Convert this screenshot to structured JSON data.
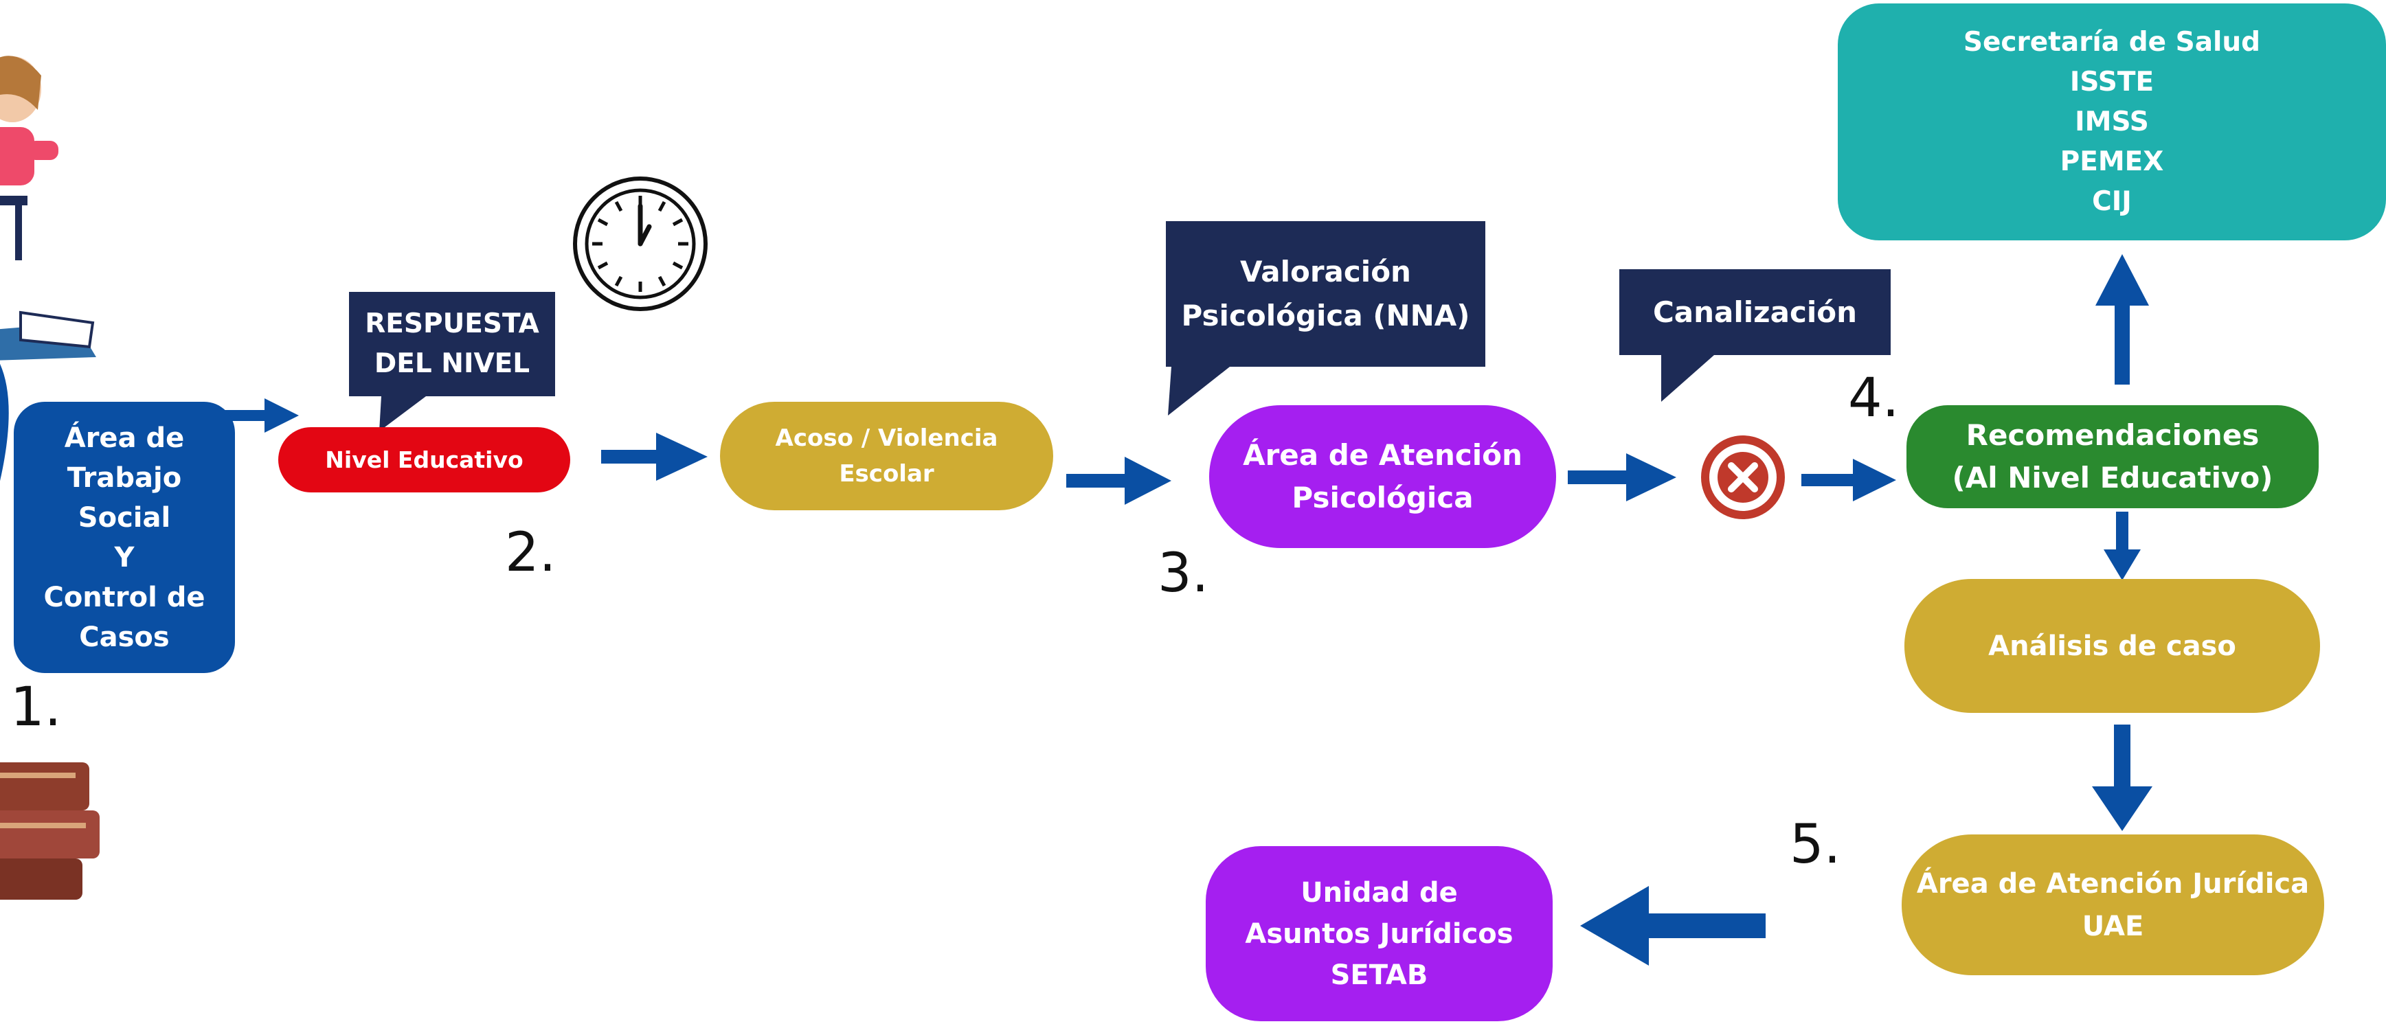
{
  "colors": {
    "blue_box": "#0a4fa3",
    "red_box": "#e30613",
    "gold_box": "#cfac33",
    "purple_box": "#a51ff0",
    "green_box": "#2a8a2f",
    "teal_box": "#1fb0ad",
    "navy_bubble": "#1d2b56",
    "arrow": "#0a4fa3",
    "cancel_icon": "#c0392b"
  },
  "nodes": {
    "trabajo_social": [
      "Área de",
      "Trabajo",
      "Social",
      "Y",
      "Control de",
      "Casos"
    ],
    "nivel_educativo": "Nivel Educativo",
    "acoso": [
      "Acoso / Violencia",
      "Escolar"
    ],
    "atencion_psicologica": [
      "Área de Atención",
      "Psicológica"
    ],
    "recomendaciones": [
      "Recomendaciones",
      "(Al Nivel Educativo)"
    ],
    "secretaria": [
      "Secretaría de Salud",
      "ISSTE",
      "IMSS",
      "PEMEX",
      "CIJ"
    ],
    "analisis": "Análisis de caso",
    "juridica": [
      "Área de Atención Jurídica",
      "UAE"
    ],
    "asuntos_juridicos": [
      "Unidad de",
      "Asuntos Jurídicos",
      "SETAB"
    ]
  },
  "bubbles": {
    "respuesta": [
      "RESPUESTA",
      "DEL NIVEL"
    ],
    "valoracion": [
      "Valoración",
      "Psicológica (NNA)"
    ],
    "canalizacion": "Canalización"
  },
  "steps": {
    "s1": "1.",
    "s2": "2.",
    "s3": "3.",
    "s4": "4.",
    "s5": "5."
  },
  "icons": {
    "clock": "clock-icon",
    "cancel": "cancel-icon",
    "teacher": "teacher-illustration",
    "books": "books-illustration"
  }
}
